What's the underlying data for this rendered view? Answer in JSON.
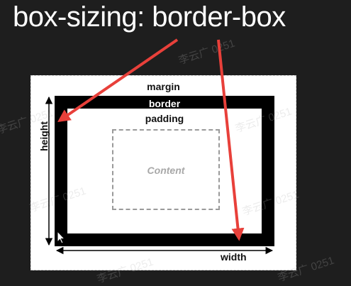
{
  "title": "box-sizing: border-box",
  "labels": {
    "margin": "margin",
    "border": "border",
    "padding": "padding",
    "content": "Content",
    "width": "width",
    "height": "height"
  },
  "watermark": "李云广 0251",
  "colors": {
    "background": "#1e1e1e",
    "title": "#ffffff",
    "border_box": "#000000",
    "arrow": "#e8403a"
  },
  "icons": [
    "cursor-arrow-icon"
  ]
}
